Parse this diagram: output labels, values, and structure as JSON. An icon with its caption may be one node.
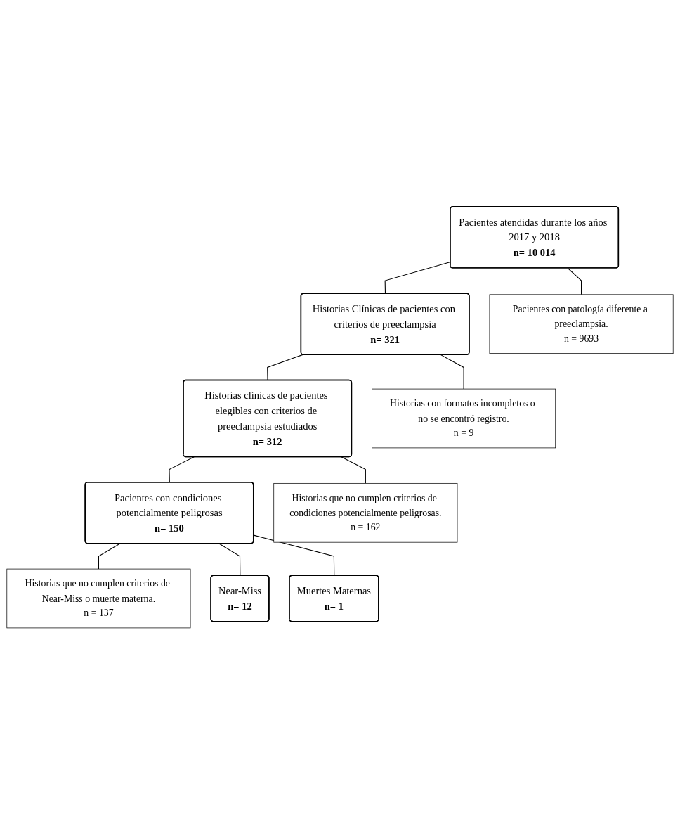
{
  "diagram": {
    "nodes": [
      {
        "text": [
          "Pacientes atendidas durante los años 2017 y 2018",
          "n= 10 014"
        ]
      },
      {
        "text": [
          "Pacientes con patología diferente a preeclampsia.",
          "n = 9693"
        ]
      },
      {
        "text": [
          "Historias Clínicas de pacientes con criterios de preeclampsia",
          "n= 321"
        ]
      },
      {
        "text": [
          "Historias con formatos incompletos o no se encontró registro.",
          "n = 9"
        ]
      },
      {
        "text": [
          "Historias clínicas de pacientes elegibles con criterios de preeclampsia estudiados",
          "n= 312"
        ]
      },
      {
        "text": [
          "Historias que no cumplen criterios de condiciones potencialmente peligrosas.",
          "n = 162"
        ]
      },
      {
        "text": [
          "Pacientes con condiciones potencialmente peligrosas",
          "n= 150"
        ]
      },
      {
        "text": [
          "Historias que no cumplen criterios de Near-Miss o muerte materna.",
          "n = 137"
        ]
      },
      {
        "text": [
          "Near-Miss",
          "n= 12"
        ]
      },
      {
        "text": [
          "Muertes Maternas",
          "n= 1"
        ]
      }
    ],
    "edges": [
      {
        "from": 0,
        "to": 2,
        "arrow": "none"
      },
      {
        "from": 0,
        "to": 1,
        "arrow": "none"
      },
      {
        "from": 2,
        "to": 4,
        "arrow": "none"
      },
      {
        "from": 2,
        "to": 3,
        "arrow": "none"
      },
      {
        "from": 4,
        "to": 6,
        "arrow": "none"
      },
      {
        "from": 4,
        "to": 5,
        "arrow": "none"
      },
      {
        "from": 6,
        "to": 7,
        "arrow": "none"
      },
      {
        "from": 6,
        "to": 8,
        "arrow": "none"
      },
      {
        "from": 6,
        "to": 9,
        "arrow": "none"
      }
    ]
  }
}
